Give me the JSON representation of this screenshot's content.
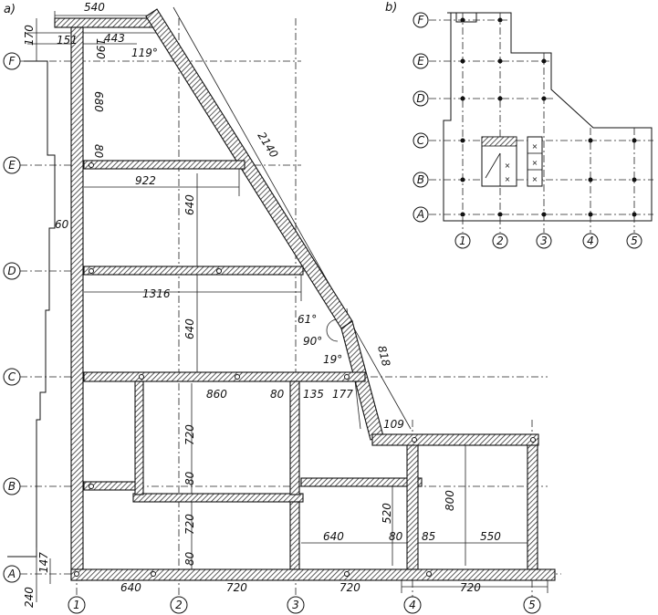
{
  "panels": {
    "a": "a)",
    "b": "b)"
  },
  "plan_a": {
    "axes_rows": [
      "F",
      "E",
      "D",
      "C",
      "B",
      "A"
    ],
    "axes_cols": [
      "1",
      "2",
      "3",
      "4",
      "5"
    ],
    "dims": {
      "top_540": "540",
      "left_170": "170",
      "d151": "151",
      "d443": "443",
      "d190": "190",
      "ang119": "119°",
      "d680": "680",
      "d80_e": "80",
      "d922": "922",
      "d640_ed": "640",
      "diag2140": "2140",
      "d60": "60",
      "d1316": "1316",
      "d640_dc": "640",
      "ang61": "61°",
      "ang90": "90°",
      "ang19": "19°",
      "d818": "818",
      "d860": "860",
      "d80_c": "80",
      "d135": "135",
      "d177": "177",
      "d109": "109",
      "d720_cb": "720",
      "d80_b": "80",
      "d800": "800",
      "d520": "520",
      "d720_ba": "720",
      "d80_a": "80",
      "d640_low": "640",
      "d80_4": "80",
      "d85": "85",
      "d550": "550",
      "d147": "147",
      "d240": "240",
      "b640": "640",
      "b720a": "720",
      "b720b": "720",
      "b720c": "720"
    }
  },
  "plan_b": {
    "axes_rows": [
      "F",
      "E",
      "D",
      "C",
      "B",
      "A"
    ],
    "axes_cols": [
      "1",
      "2",
      "3",
      "4",
      "5"
    ]
  }
}
